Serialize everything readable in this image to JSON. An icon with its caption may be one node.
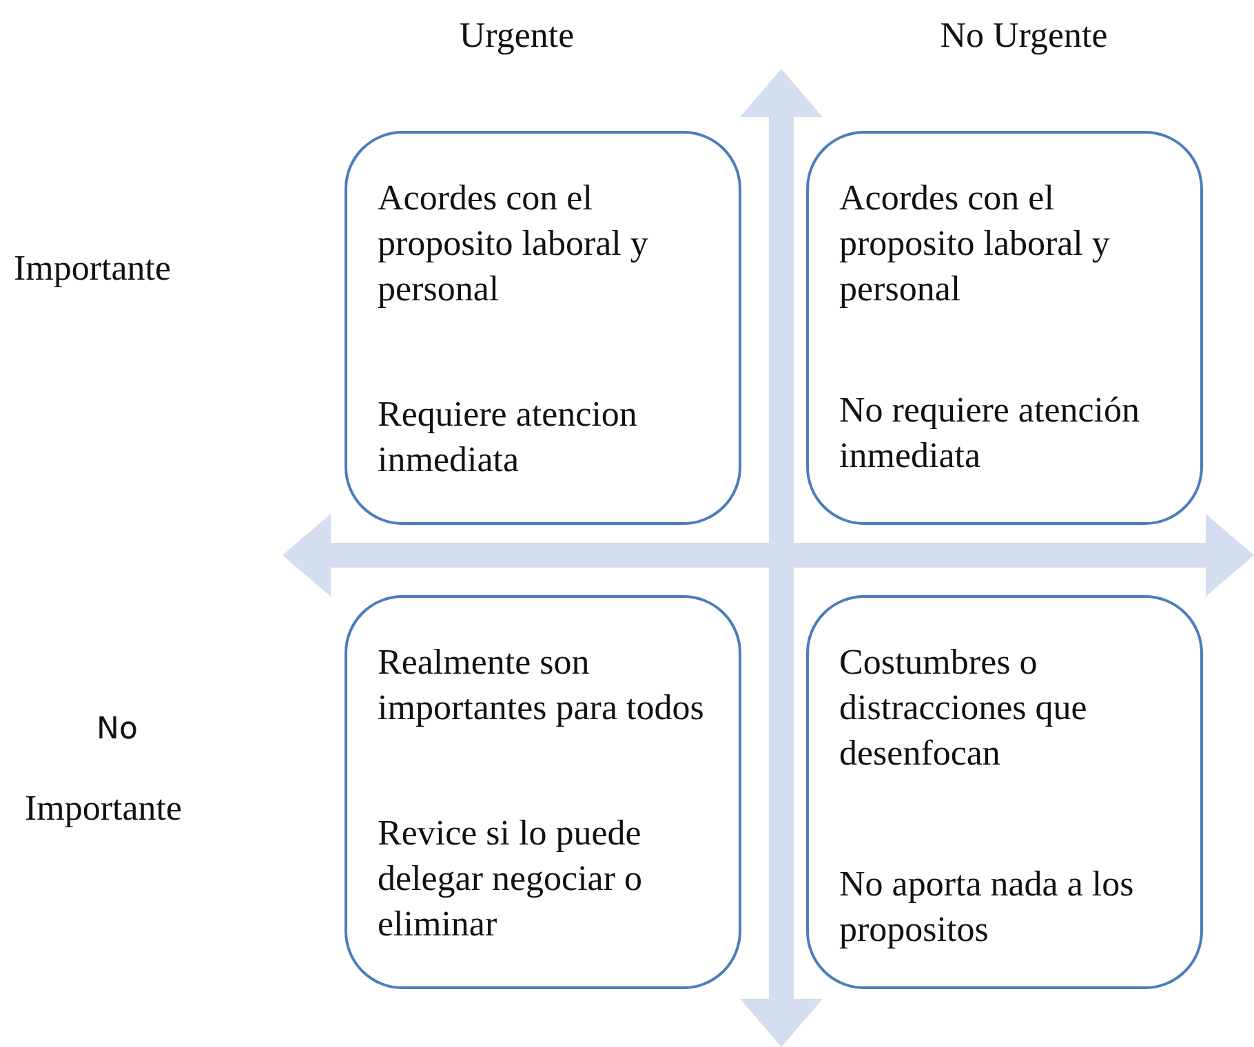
{
  "diagram": {
    "nodes": [
      {
        "text": [
          "Acordes con el proposito laboral y personal",
          "Requiere atencion inmediata"
        ]
      },
      {
        "text": [
          "Acordes con el proposito laboral y personal",
          "No requiere atención inmediata"
        ]
      },
      {
        "text": [
          "Realmente son importantes para todos",
          "Revice si lo puede delegar negociar o eliminar"
        ]
      },
      {
        "text": [
          "Costumbres o distracciones que desenfocan",
          "No aporta nada a los propositos"
        ]
      }
    ],
    "labels": [
      "Urgente",
      "No Urgente",
      "Importante",
      "No",
      "Importante"
    ]
  }
}
